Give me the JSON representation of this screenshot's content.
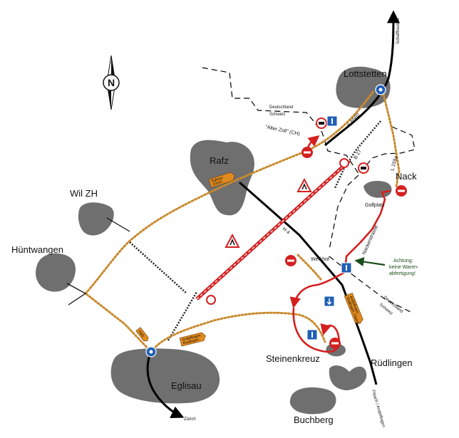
{
  "towns": {
    "lottstetten": "Lottstetten",
    "rafz": "Rafz",
    "nack": "Nack",
    "wil": "Wil ZH",
    "huntwangen": "Hüntwangen",
    "eglisau": "Eglisau",
    "steinenkreuz": "Steinenkreuz",
    "rudlingen": "Rüdlingen",
    "buchberg": "Buchberg"
  },
  "places": {
    "golfplatz": "Golfplatz",
    "werkhof": "Werkhof",
    "alter_zoll": "\"Alter Zoll\" (CH)"
  },
  "roads": {
    "k6560": "K 6560",
    "b27": "B 27",
    "l159a": "L 159a",
    "h4": "H 4",
    "nackerstrasse": "Nackerstrasse"
  },
  "borders": {
    "north_de": "Deutschland",
    "north_ch": "Schweiz",
    "south_de": "Deutschland",
    "south_ch": "Schweiz"
  },
  "destinations": {
    "schaffhausen": "Schaffhausen",
    "zurich": "Zürich",
    "flaach": "Flaach / Andelfingen"
  },
  "signs": {
    "rafz_sign_1": "Eglisau",
    "rafz_sign_2": "Zürich",
    "eglisau_sign": "Rafz",
    "eglisau_road_sign_1": "Andelfingen",
    "eglisau_road_sign_2": "Rüdlingen",
    "ruedlingen_sign_1": "Andelfingen",
    "ruedlingen_sign_2": "Rüdlingen, Flaach"
  },
  "note": {
    "line1": "Achtung:",
    "line2": "keine Waren-",
    "line3": "abfertigung!"
  },
  "compass": {
    "letter": "N"
  },
  "colors": {
    "town": "#6f6f6f",
    "route": "#d42020",
    "dotted_road": "#c98a2e",
    "sign": "#e08a1e",
    "info": "#1f5fb5",
    "note_arrow": "#1a4d1a"
  },
  "icons": {
    "roundabout": "roundabout-icon",
    "no_entry": "no-entry-icon",
    "roadworks": "roadworks-icon",
    "info": "info-sign-icon",
    "compass": "north-arrow-icon"
  }
}
